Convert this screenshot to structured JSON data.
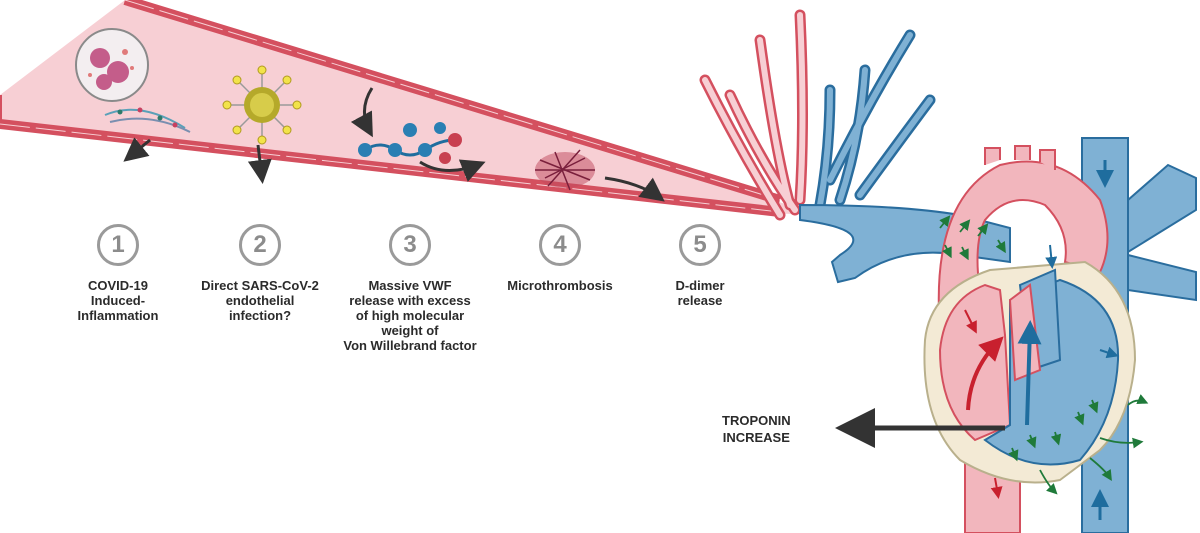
{
  "steps": [
    {
      "number": "1",
      "label": "COVID-19\nInduced-\nInflammation"
    },
    {
      "number": "2",
      "label": "Direct SARS-CoV-2\nendothelial\ninfection?"
    },
    {
      "number": "3",
      "label": "Massive VWF\nrelease  with excess\nof high molecular\nweight of\nVon Willebrand factor"
    },
    {
      "number": "4",
      "label": "Microthrombosis"
    },
    {
      "number": "5",
      "label": "D-dimer\nrelease"
    }
  ],
  "troponin_label": "TROPONIN\nINCREASE",
  "colors": {
    "vessel_wall": "#d4505f",
    "vessel_lumen": "#f7cfd4",
    "vein_blue": "#7fb1d4",
    "artery_pink": "#f2b6bd",
    "arrow_green": "#1f7a3a",
    "arrow_dark": "#333333",
    "number_gray": "#8c8c8c"
  }
}
